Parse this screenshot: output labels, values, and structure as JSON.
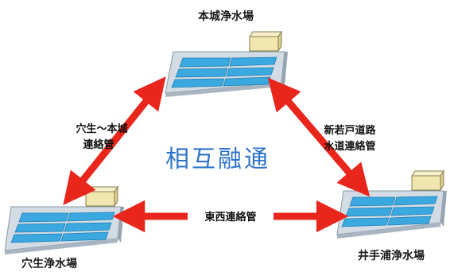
{
  "diagram": {
    "center_label": "相互融通",
    "plants": {
      "top": {
        "name": "本城浄水場"
      },
      "left": {
        "name": "穴生浄水場"
      },
      "right": {
        "name": "井手浦浄水場"
      }
    },
    "links": {
      "left": {
        "line1": "穴生～本城",
        "line2": "連絡管"
      },
      "right": {
        "line1": "新若戸道路",
        "line2": "水道連絡管"
      },
      "bottom": {
        "label": "東西連絡管"
      }
    },
    "colors": {
      "arrow": "#e8261c",
      "center_text": "#2e74c9",
      "platform": "#d3dce4",
      "tank": "#3ba8e0",
      "building": "#f0e6b0"
    }
  }
}
